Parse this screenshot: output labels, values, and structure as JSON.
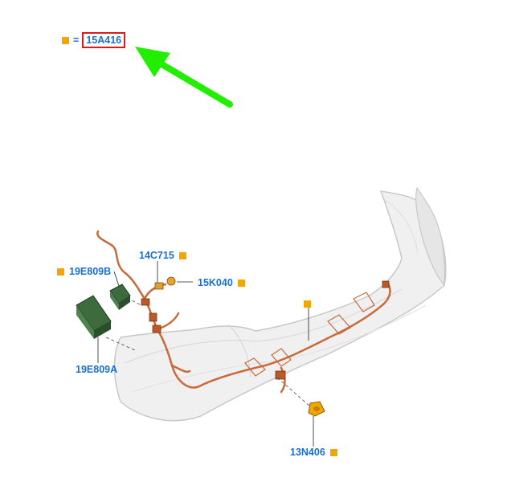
{
  "legend": {
    "separator": "=",
    "reference_number": "15A416"
  },
  "labels": {
    "p1": "19E809B",
    "p2": "14C715",
    "p3": "15K040",
    "p4": "19E809A",
    "p5": "13N406"
  },
  "colors": {
    "callout_text": "#1a6fd1",
    "marker": "#f5a500",
    "highlight_box": "#e01919",
    "arrow": "#22ee00",
    "harness": "#c96a3a",
    "module": "#3d6b3d",
    "bumper_fill": "#f0f0f0",
    "bumper_edge": "#c8c8c8"
  }
}
